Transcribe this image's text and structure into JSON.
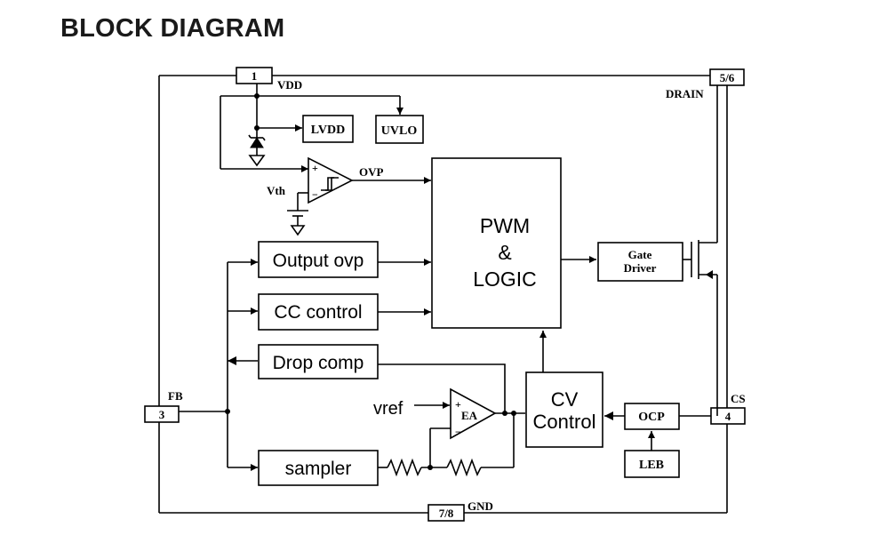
{
  "title": "BLOCK DIAGRAM",
  "pins": {
    "vdd": {
      "number": "1",
      "name": "VDD"
    },
    "drain": {
      "number": "5/6",
      "name": "DRAIN"
    },
    "fb": {
      "number": "3",
      "name": "FB"
    },
    "cs": {
      "number": "4",
      "name": "CS"
    },
    "gnd": {
      "number": "7/8",
      "name": "GND"
    }
  },
  "blocks": {
    "lvdd": "LVDD",
    "uvlo": "UVLO",
    "pwm_line1": "PWM",
    "pwm_line2": "&",
    "pwm_line3": "LOGIC",
    "gate_line1": "Gate",
    "gate_line2": "Driver",
    "output_ovp": "Output ovp",
    "cc_control": "CC control",
    "drop_comp": "Drop comp",
    "sampler": "sampler",
    "cv_line1": "CV",
    "cv_line2": "Control",
    "ocp": "OCP",
    "leb": "LEB"
  },
  "labels": {
    "ovp": "OVP",
    "vth": "Vth",
    "vref": "vref",
    "ea": "EA",
    "plus": "+",
    "minus": "−"
  }
}
